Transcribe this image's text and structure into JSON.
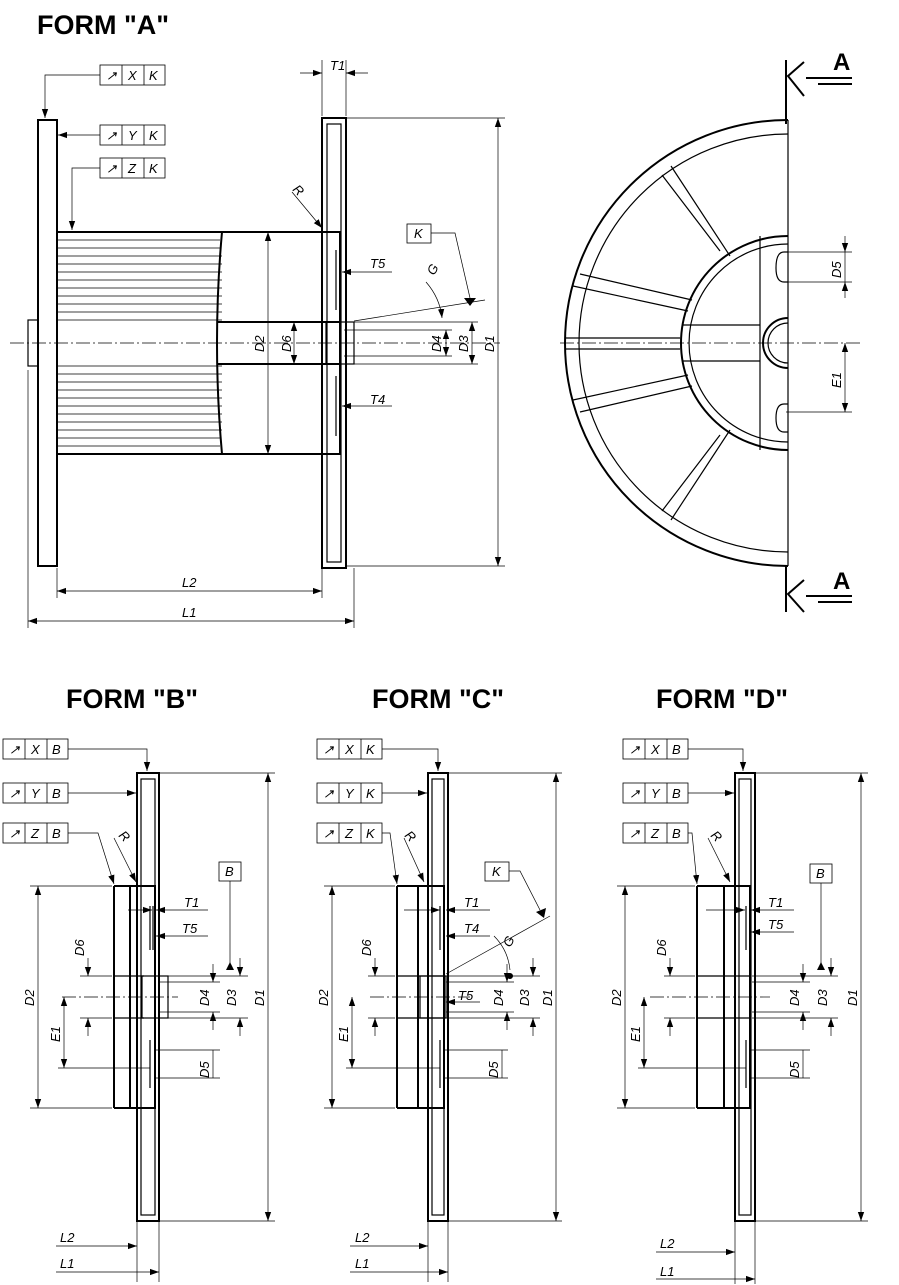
{
  "forms": {
    "a": {
      "title": "FORM \"A\""
    },
    "b": {
      "title": "FORM \"B\""
    },
    "c": {
      "title": "FORM \"C\""
    },
    "d": {
      "title": "FORM \"D\""
    }
  },
  "section_marker": "A",
  "tolerance_frames": {
    "a": [
      [
        "↗",
        "X",
        "K"
      ],
      [
        "↗",
        "Y",
        "K"
      ],
      [
        "↗",
        "Z",
        "K"
      ]
    ],
    "b": [
      [
        "↗",
        "X",
        "B"
      ],
      [
        "↗",
        "Y",
        "B"
      ],
      [
        "↗",
        "Z",
        "B"
      ]
    ],
    "c": [
      [
        "↗",
        "X",
        "K"
      ],
      [
        "↗",
        "Y",
        "K"
      ],
      [
        "↗",
        "Z",
        "K"
      ]
    ],
    "d": [
      [
        "↗",
        "X",
        "B"
      ],
      [
        "↗",
        "Y",
        "B"
      ],
      [
        "↗",
        "Z",
        "B"
      ]
    ]
  },
  "datums": {
    "a": "K",
    "b": "B",
    "c": "K",
    "d": "B"
  },
  "dimensions": {
    "D1": "D1",
    "D2": "D2",
    "D3": "D3",
    "D4": "D4",
    "D5": "D5",
    "D6": "D6",
    "E1": "E1",
    "L1": "L1",
    "L2": "L2",
    "T1": "T1",
    "T4": "T4",
    "T5": "T5",
    "R": "R",
    "G": "G"
  }
}
